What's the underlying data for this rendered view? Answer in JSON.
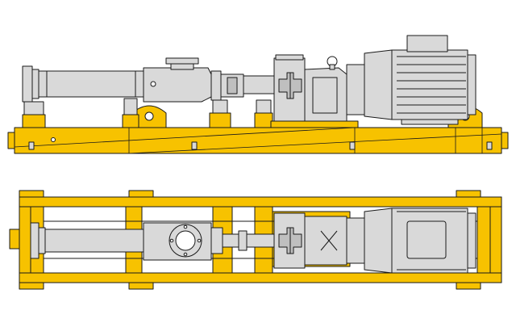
{
  "drawing": {
    "subject": "progressive-cavity-pump-unit",
    "views": [
      "side-view",
      "top-view"
    ]
  },
  "colors": {
    "frame": "#F7C200",
    "frame_dark": "#D9A800",
    "equipment": "#D9D9D9",
    "equipment_dark": "#BFBFBF",
    "line": "#1A1A1A",
    "background": "#FFFFFF"
  }
}
